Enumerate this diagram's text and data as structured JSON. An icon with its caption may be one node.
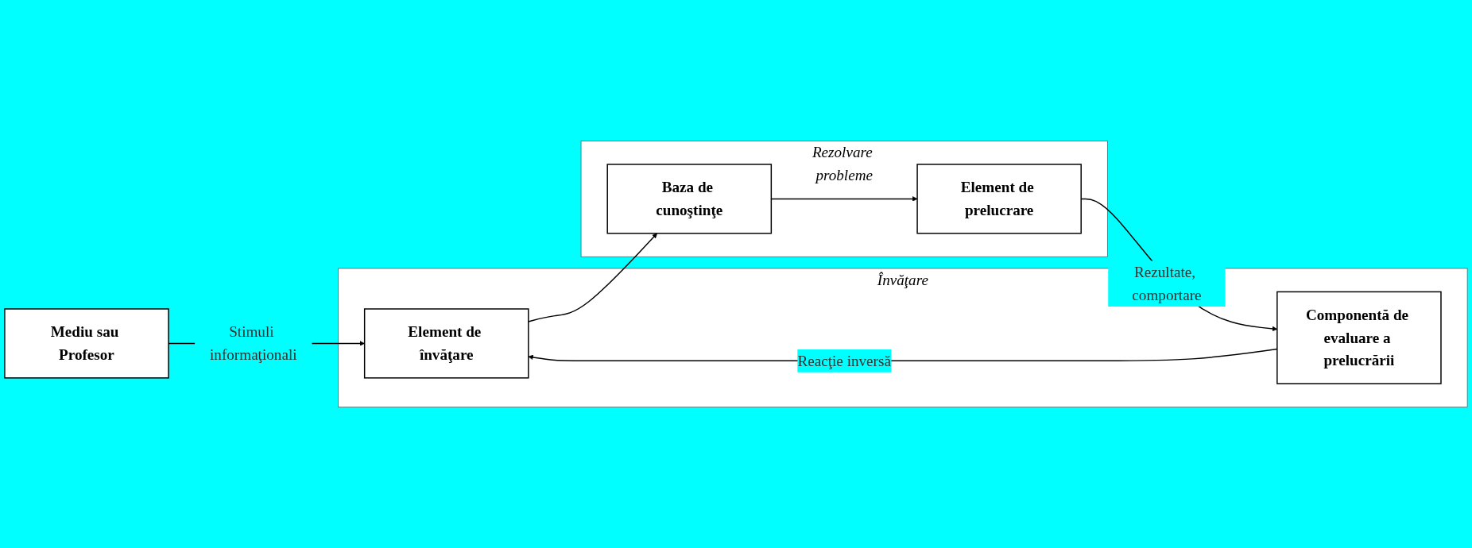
{
  "diagram": {
    "nodes": [
      {
        "text": [
          "Mediu sau Profesor"
        ]
      },
      {
        "text": [
          "Învăţare"
        ]
      },
      {
        "text": [
          "Element de învăţare"
        ],
        "in": 1
      },
      {
        "text": [
          "Componentă de evaluare a prelucrării"
        ],
        "in": 1
      },
      {
        "text": [
          "Rezolvare probleme"
        ]
      },
      {
        "text": [
          "Baza de cunoştinţe"
        ],
        "in": 4
      },
      {
        "text": [
          "Element de prelucrare"
        ],
        "in": 4
      }
    ],
    "edges": [
      {
        "from": 0,
        "to": 2,
        "arrow": "to",
        "label": "Stimuli informaţionali"
      },
      {
        "from": 3,
        "to": 2,
        "arrow": "to",
        "label": "Reacţie inversă"
      },
      {
        "from": 2,
        "to": 5,
        "arrow": "to"
      },
      {
        "from": 5,
        "to": 6,
        "arrow": "to"
      },
      {
        "from": 6,
        "to": 3,
        "arrow": "to",
        "label": "Rezultate, comportare"
      }
    ]
  }
}
